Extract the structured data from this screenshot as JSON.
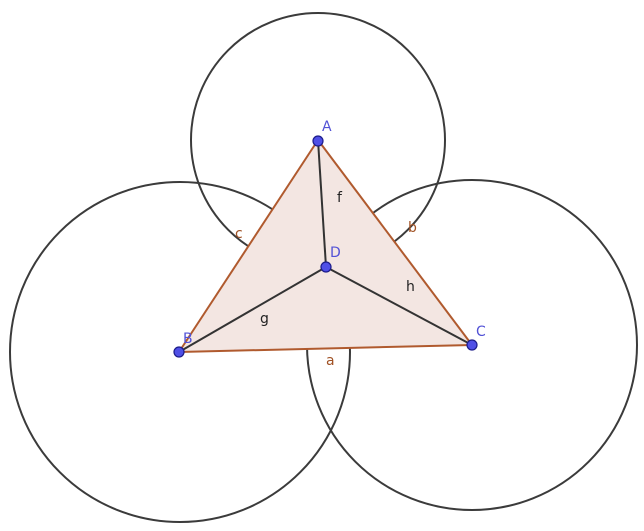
{
  "points": {
    "A": "A",
    "B": "B",
    "C": "C",
    "D": "D"
  },
  "sides": {
    "a": "a",
    "b": "b",
    "c": "c"
  },
  "segments": {
    "f": "f",
    "g": "g",
    "h": "h"
  },
  "colors": {
    "point_fill": "#4f4fe6",
    "point_label": "#5252d6",
    "side_stroke": "#b05a2e",
    "side_label": "#a05124",
    "triangle_fill": "#f3e6e2",
    "circle_stroke": "#3b3b3b",
    "segment_stroke": "#333333"
  }
}
